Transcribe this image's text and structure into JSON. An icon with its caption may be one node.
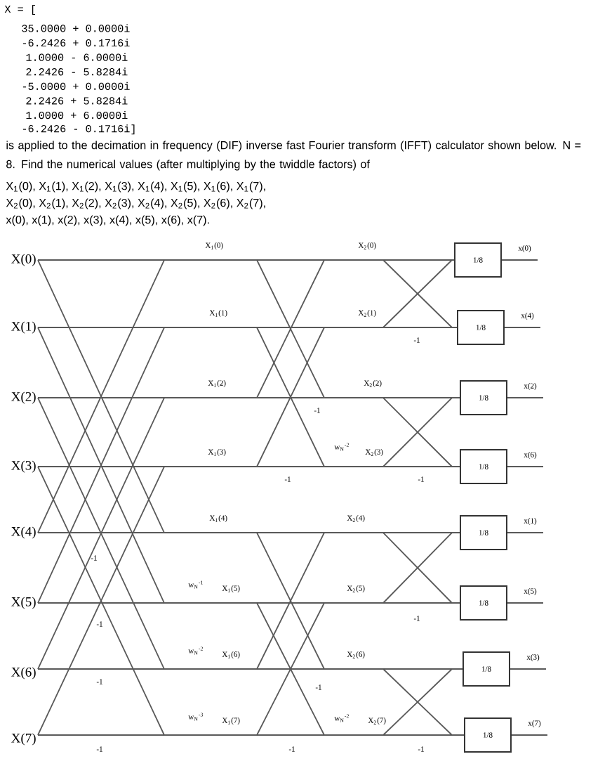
{
  "diagram": {
    "nodes": [
      {
        "text": [
          "1/8"
        ],
        "beside": [
          "x(0)"
        ]
      },
      {
        "text": [
          "1/8"
        ],
        "beside": [
          "x(4)"
        ]
      },
      {
        "text": [
          "1/8"
        ],
        "beside": [
          "x(2)"
        ]
      },
      {
        "text": [
          "1/8"
        ],
        "beside": [
          "x(6)"
        ]
      },
      {
        "text": [
          "1/8"
        ],
        "beside": [
          "x(1)"
        ]
      },
      {
        "text": [
          "1/8"
        ],
        "beside": [
          "x(5)"
        ]
      },
      {
        "text": [
          "1/8"
        ],
        "beside": [
          "x(3)"
        ]
      },
      {
        "text": [
          "1/8"
        ],
        "beside": [
          "x(7)"
        ]
      }
    ],
    "labels": [
      "X = [",
      "35.0000 + 0.0000i",
      "-6.2426 + 0.1716i",
      "1.0000 - 6.0000i",
      "2.2426 - 5.8284i",
      "-5.0000 + 0.0000i",
      "2.2426 + 5.8284i",
      "1.0000 + 6.0000i",
      "-6.2426 - 0.1716i]",
      "is applied to the decimation in frequency (DIF) inverse fast Fourier transform (IFFT) calculator shown below. N = 8. Find the numerical values (after multiplying by the twiddle factors) of",
      "X$_{1}$(0), X$_{1}$(1), X$_{1}$(2), X$_{1}$(3), X$_{1}$(4), X$_{1}$(5), X$_{1}$(6), X$_{1}$(7),",
      "X$_{2}$(0), X$_{2}$(1), X$_{2}$(2), X$_{2}$(3), X$_{2}$(4), X$_{2}$(5), X$_{2}$(6), X$_{2}$(7),",
      "x(0), x(1), x(2), x(3), x(4), x(5), x(6), x(7).",
      "X(0)",
      "X$_{1}$(0)",
      "X$_{2}$(0)",
      "X(1)",
      "X$_{1}$(1)",
      "X$_{2}$(1)",
      "-1",
      "X(2)",
      "X$_{1}$(2)",
      "X$_{2}$(2)",
      "-1",
      "X(3)",
      "X$_{1}$(3)",
      "w$_{N}$$^{-2}$",
      "X$_{2}$(3)",
      "-1",
      "-1",
      "X(4)",
      "X$_{1}$(4)",
      "X$_{2}$(4)",
      "-1",
      "X(5)",
      "w$_{N}$$^{-1}$",
      "X$_{1}$(5)",
      "X$_{2}$(5)",
      "-1",
      "-1",
      "X(6)",
      "w$_{N}$$^{-2}$",
      "X$_{1}$(6)",
      "X$_{2}$(6)",
      "-1",
      "-1",
      "X(7)",
      "w$_{N}$$^{-3}$",
      "X$_{1}$(7)",
      "w$_{N}$$^{-2}$",
      "X$_{2}$(7)",
      "-1",
      "-1",
      "-1"
    ]
  }
}
